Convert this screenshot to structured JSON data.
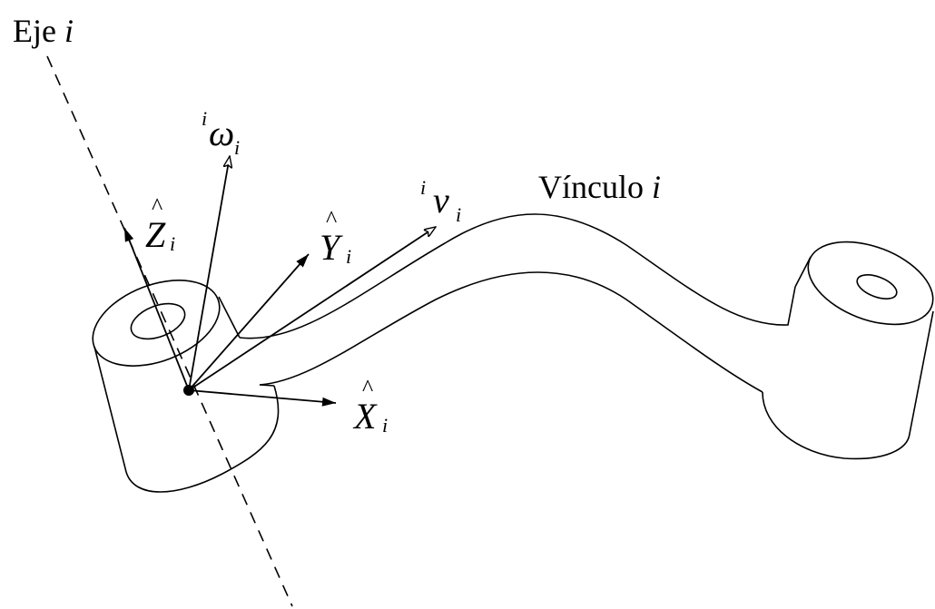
{
  "diagram": {
    "axis_label": {
      "prefix": "Eje ",
      "index": "i"
    },
    "link_label": {
      "prefix": "Vínculo ",
      "index": "i"
    },
    "omega": {
      "pre": "i",
      "symbol": "ω",
      "sub": "i"
    },
    "velocity": {
      "pre": "i",
      "symbol": "v",
      "sub": "i"
    },
    "z_axis": {
      "hat": "^",
      "symbol": "Z",
      "sub": "i"
    },
    "y_axis": {
      "hat": "^",
      "symbol": "Y",
      "sub": "i"
    },
    "x_axis": {
      "hat": "^",
      "symbol": "X",
      "sub": "i"
    },
    "colors": {
      "ink": "#000000",
      "background": "#ffffff"
    }
  }
}
